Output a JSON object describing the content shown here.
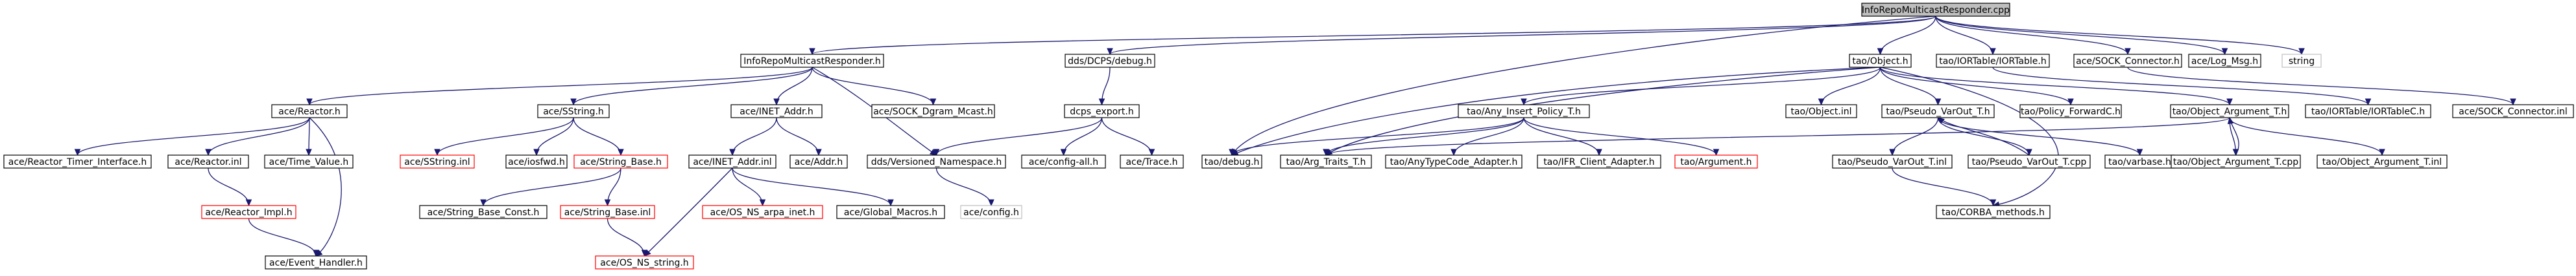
{
  "diagram": {
    "type": "include-dependency-graph",
    "colors": {
      "edge": "#191970",
      "root_fill": "#bfbfbf",
      "box_border": "#000000",
      "missing_border": "#ff0000",
      "external_border": "#bfbfbf"
    },
    "nodes": [
      {
        "id": "root",
        "label": "InfoRepoMulticastResponder.cpp",
        "kind": "root"
      },
      {
        "id": "h_self",
        "label": "InfoRepoMulticastResponder.h",
        "kind": "normal"
      },
      {
        "id": "dcps_debug",
        "label": "dds/DCPS/debug.h",
        "kind": "normal"
      },
      {
        "id": "tao_object",
        "label": "tao/Object.h",
        "kind": "normal"
      },
      {
        "id": "ior_table",
        "label": "tao/IORTable/IORTable.h",
        "kind": "normal"
      },
      {
        "id": "sock_conn",
        "label": "ace/SOCK_Connector.h",
        "kind": "normal"
      },
      {
        "id": "log_msg",
        "label": "ace/Log_Msg.h",
        "kind": "normal"
      },
      {
        "id": "string",
        "label": "string",
        "kind": "external"
      },
      {
        "id": "reactor",
        "label": "ace/Reactor.h",
        "kind": "normal"
      },
      {
        "id": "sstring",
        "label": "ace/SString.h",
        "kind": "normal"
      },
      {
        "id": "inet_addr",
        "label": "ace/INET_Addr.h",
        "kind": "normal"
      },
      {
        "id": "dgram_mcast",
        "label": "ace/SOCK_Dgram_Mcast.h",
        "kind": "normal"
      },
      {
        "id": "dcps_export",
        "label": "dcps_export.h",
        "kind": "normal"
      },
      {
        "id": "any_insert",
        "label": "tao/Any_Insert_Policy_T.h",
        "kind": "normal"
      },
      {
        "id": "obj_inl",
        "label": "tao/Object.inl",
        "kind": "normal"
      },
      {
        "id": "pvo_h",
        "label": "tao/Pseudo_VarOut_T.h",
        "kind": "normal"
      },
      {
        "id": "policy_fwd",
        "label": "tao/Policy_ForwardC.h",
        "kind": "normal"
      },
      {
        "id": "obj_arg",
        "label": "tao/Object_Argument_T.h",
        "kind": "normal"
      },
      {
        "id": "ior_tablec",
        "label": "tao/IORTable/IORTableC.h",
        "kind": "normal"
      },
      {
        "id": "sock_conn_inl",
        "label": "ace/SOCK_Connector.inl",
        "kind": "normal"
      },
      {
        "id": "rti",
        "label": "ace/Reactor_Timer_Interface.h",
        "kind": "normal"
      },
      {
        "id": "reactor_inl",
        "label": "ace/Reactor.inl",
        "kind": "normal"
      },
      {
        "id": "time_value",
        "label": "ace/Time_Value.h",
        "kind": "normal"
      },
      {
        "id": "sstring_inl",
        "label": "ace/SString.inl",
        "kind": "missing"
      },
      {
        "id": "iosfwd",
        "label": "ace/iosfwd.h",
        "kind": "normal"
      },
      {
        "id": "string_base",
        "label": "ace/String_Base.h",
        "kind": "missing"
      },
      {
        "id": "inet_addr_inl",
        "label": "ace/INET_Addr.inl",
        "kind": "normal"
      },
      {
        "id": "addr_h",
        "label": "ace/Addr.h",
        "kind": "normal"
      },
      {
        "id": "versioned_ns",
        "label": "dds/Versioned_Namespace.h",
        "kind": "normal"
      },
      {
        "id": "config_all",
        "label": "ace/config-all.h",
        "kind": "normal"
      },
      {
        "id": "trace_h",
        "label": "ace/Trace.h",
        "kind": "normal"
      },
      {
        "id": "tao_debug",
        "label": "tao/debug.h",
        "kind": "normal"
      },
      {
        "id": "arg_traits",
        "label": "tao/Arg_Traits_T.h",
        "kind": "normal"
      },
      {
        "id": "any_type",
        "label": "tao/AnyTypeCode_Adapter.h",
        "kind": "normal"
      },
      {
        "id": "ifr_client",
        "label": "tao/IFR_Client_Adapter.h",
        "kind": "normal"
      },
      {
        "id": "argument_h",
        "label": "tao/Argument.h",
        "kind": "missing"
      },
      {
        "id": "pvo_inl",
        "label": "tao/Pseudo_VarOut_T.inl",
        "kind": "normal"
      },
      {
        "id": "pvo_cpp",
        "label": "tao/Pseudo_VarOut_T.cpp",
        "kind": "normal"
      },
      {
        "id": "varbase",
        "label": "tao/varbase.h",
        "kind": "normal"
      },
      {
        "id": "obj_arg_cpp",
        "label": "tao/Object_Argument_T.cpp",
        "kind": "normal"
      },
      {
        "id": "obj_arg_inl",
        "label": "tao/Object_Argument_T.inl",
        "kind": "normal"
      },
      {
        "id": "reactor_impl",
        "label": "ace/Reactor_Impl.h",
        "kind": "missing"
      },
      {
        "id": "string_base_const",
        "label": "ace/String_Base_Const.h",
        "kind": "normal"
      },
      {
        "id": "string_base_inl",
        "label": "ace/String_Base.inl",
        "kind": "missing"
      },
      {
        "id": "os_ns_arpa",
        "label": "ace/OS_NS_arpa_inet.h",
        "kind": "missing"
      },
      {
        "id": "global_macros",
        "label": "ace/Global_Macros.h",
        "kind": "normal"
      },
      {
        "id": "config_h",
        "label": "ace/config.h",
        "kind": "external"
      },
      {
        "id": "corba_methods",
        "label": "tao/CORBA_methods.h",
        "kind": "normal"
      },
      {
        "id": "event_handler",
        "label": "ace/Event_Handler.h",
        "kind": "normal"
      },
      {
        "id": "os_ns_string",
        "label": "ace/OS_NS_string.h",
        "kind": "missing"
      }
    ],
    "edges": [
      [
        "root",
        "h_self"
      ],
      [
        "root",
        "dcps_debug"
      ],
      [
        "root",
        "tao_object"
      ],
      [
        "root",
        "ior_table"
      ],
      [
        "root",
        "sock_conn"
      ],
      [
        "root",
        "log_msg"
      ],
      [
        "root",
        "string"
      ],
      [
        "root",
        "tao_debug"
      ],
      [
        "h_self",
        "reactor"
      ],
      [
        "h_self",
        "sstring"
      ],
      [
        "h_self",
        "inet_addr"
      ],
      [
        "h_self",
        "dgram_mcast"
      ],
      [
        "h_self",
        "versioned_ns"
      ],
      [
        "dcps_debug",
        "dcps_export"
      ],
      [
        "dcps_export",
        "versioned_ns"
      ],
      [
        "dcps_export",
        "config_all"
      ],
      [
        "dcps_export",
        "trace_h"
      ],
      [
        "versioned_ns",
        "config_h"
      ],
      [
        "tao_object",
        "any_insert"
      ],
      [
        "tao_object",
        "obj_inl"
      ],
      [
        "tao_object",
        "pvo_h"
      ],
      [
        "tao_object",
        "policy_fwd"
      ],
      [
        "tao_object",
        "obj_arg"
      ],
      [
        "tao_object",
        "arg_traits"
      ],
      [
        "tao_object",
        "tao_debug"
      ],
      [
        "tao_object",
        "corba_methods"
      ],
      [
        "ior_table",
        "ior_tablec"
      ],
      [
        "sock_conn",
        "sock_conn_inl"
      ],
      [
        "reactor",
        "rti"
      ],
      [
        "reactor",
        "reactor_inl"
      ],
      [
        "reactor",
        "time_value"
      ],
      [
        "reactor",
        "event_handler"
      ],
      [
        "reactor_inl",
        "reactor_impl"
      ],
      [
        "reactor_impl",
        "event_handler"
      ],
      [
        "sstring",
        "sstring_inl"
      ],
      [
        "sstring",
        "iosfwd"
      ],
      [
        "sstring",
        "string_base"
      ],
      [
        "string_base",
        "string_base_const"
      ],
      [
        "string_base",
        "string_base_inl"
      ],
      [
        "string_base_inl",
        "os_ns_string"
      ],
      [
        "inet_addr",
        "inet_addr_inl"
      ],
      [
        "inet_addr",
        "addr_h"
      ],
      [
        "inet_addr_inl",
        "os_ns_arpa"
      ],
      [
        "inet_addr_inl",
        "global_macros"
      ],
      [
        "inet_addr_inl",
        "os_ns_string"
      ],
      [
        "any_insert",
        "tao_debug"
      ],
      [
        "any_insert",
        "arg_traits"
      ],
      [
        "any_insert",
        "any_type"
      ],
      [
        "any_insert",
        "ifr_client"
      ],
      [
        "any_insert",
        "argument_h"
      ],
      [
        "pvo_h",
        "pvo_inl"
      ],
      [
        "pvo_h",
        "pvo_cpp"
      ],
      [
        "pvo_h",
        "varbase"
      ],
      [
        "pvo_cpp",
        "pvo_h"
      ],
      [
        "pvo_inl",
        "corba_methods"
      ],
      [
        "obj_arg",
        "arg_traits"
      ],
      [
        "obj_arg",
        "obj_arg_cpp"
      ],
      [
        "obj_arg",
        "obj_arg_inl"
      ],
      [
        "obj_arg_cpp",
        "obj_arg"
      ]
    ]
  }
}
